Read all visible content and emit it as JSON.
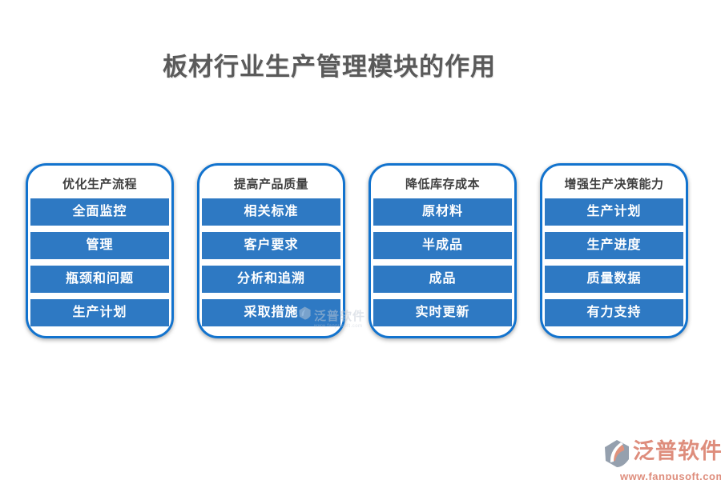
{
  "title": "板材行业生产管理模块的作用",
  "cards": [
    {
      "header": "优化生产流程",
      "items": [
        "全面监控",
        "管理",
        "瓶颈和问题",
        "生产计划"
      ]
    },
    {
      "header": "提高产品质量",
      "items": [
        "相关标准",
        "客户要求",
        "分析和追溯",
        "采取措施"
      ]
    },
    {
      "header": "降低库存成本",
      "items": [
        "原材料",
        "半成品",
        "成品",
        "实时更新"
      ]
    },
    {
      "header": "增强生产决策能力",
      "items": [
        "生产计划",
        "生产进度",
        "质量数据",
        "有力支持"
      ]
    }
  ],
  "watermark_center": {
    "brand": "泛普软件",
    "url": "www.fanpusoft.com"
  },
  "watermark_corner": {
    "brand": "泛普软件",
    "url": "www.fanpusoft.com"
  },
  "icons": {
    "brand_logo": "fanpu-logo-icon"
  },
  "colors": {
    "item_blue": "#2e79c3",
    "card_border_blue": "#1273ce",
    "title_gray": "#5a5a5a",
    "header_gray": "#3f3f3f",
    "watermark_salmon": "#de8d7c",
    "logo_gray": "#95a0ae",
    "logo_orange": "#e0927c"
  }
}
